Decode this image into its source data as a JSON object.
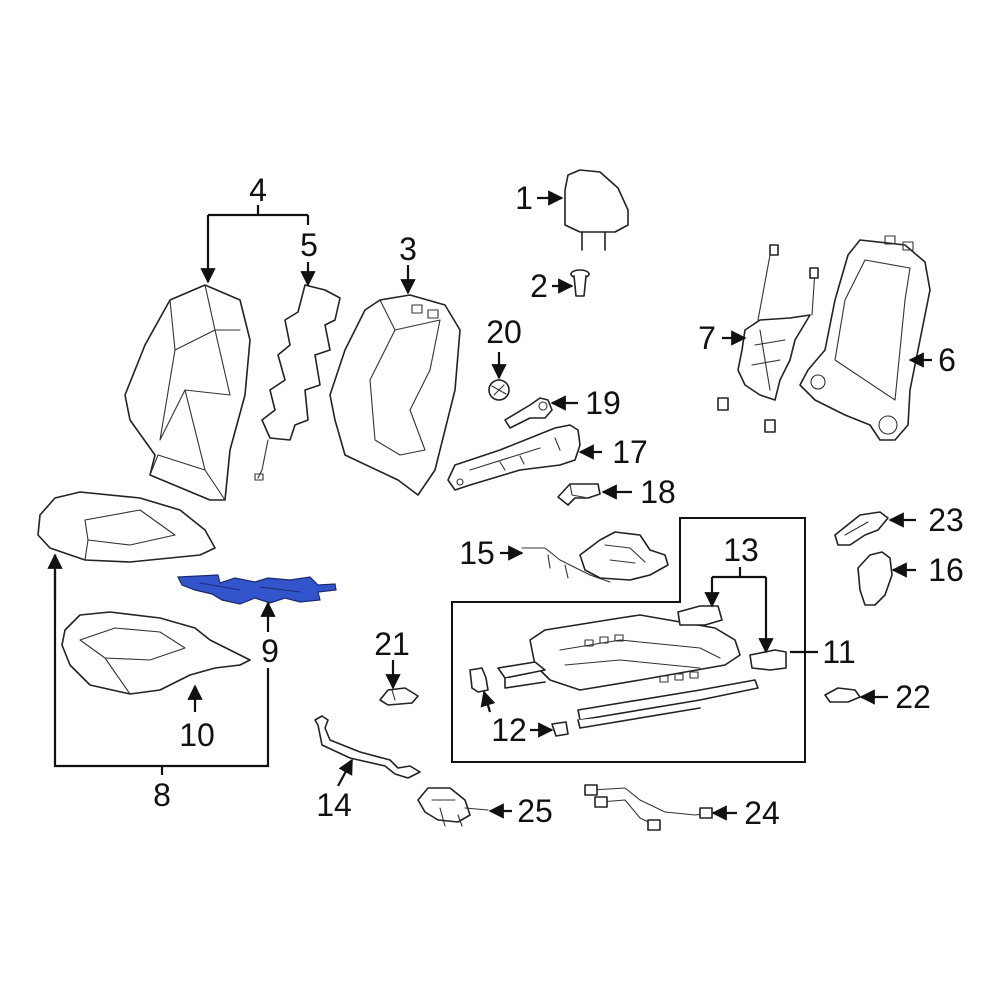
{
  "diagram": {
    "callouts": [
      {
        "id": "1",
        "label": "1"
      },
      {
        "id": "2",
        "label": "2"
      },
      {
        "id": "3",
        "label": "3"
      },
      {
        "id": "4",
        "label": "4"
      },
      {
        "id": "5",
        "label": "5"
      },
      {
        "id": "6",
        "label": "6"
      },
      {
        "id": "7",
        "label": "7"
      },
      {
        "id": "8",
        "label": "8"
      },
      {
        "id": "9",
        "label": "9"
      },
      {
        "id": "10",
        "label": "10"
      },
      {
        "id": "11",
        "label": "11"
      },
      {
        "id": "12",
        "label": "12"
      },
      {
        "id": "13",
        "label": "13"
      },
      {
        "id": "14",
        "label": "14"
      },
      {
        "id": "15",
        "label": "15"
      },
      {
        "id": "16",
        "label": "16"
      },
      {
        "id": "17",
        "label": "17"
      },
      {
        "id": "18",
        "label": "18"
      },
      {
        "id": "19",
        "label": "19"
      },
      {
        "id": "20",
        "label": "20"
      },
      {
        "id": "21",
        "label": "21"
      },
      {
        "id": "22",
        "label": "22"
      },
      {
        "id": "23",
        "label": "23"
      },
      {
        "id": "24",
        "label": "24"
      },
      {
        "id": "25",
        "label": "25"
      }
    ],
    "highlight_part": "9",
    "colors": {
      "line": "#222222",
      "highlight": "#3355cc",
      "background": "#ffffff"
    }
  }
}
